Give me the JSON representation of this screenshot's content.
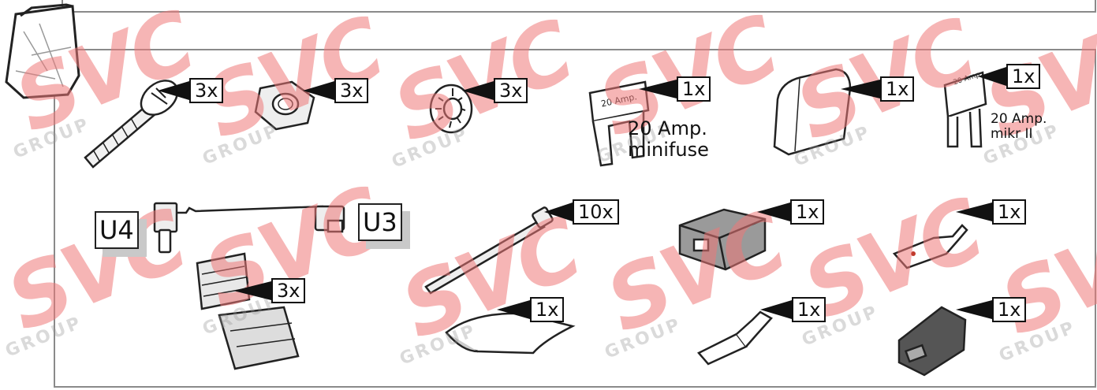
{
  "watermark": {
    "brand": "SVC",
    "sub": "GROUP"
  },
  "items": {
    "screw": {
      "qty": "3x"
    },
    "nut": {
      "qty": "3x"
    },
    "washer": {
      "qty": "3x"
    },
    "minifuse": {
      "qty": "1x",
      "body_text": "20 Amp.",
      "desc": "20 Amp.\nminifuse"
    },
    "fuse_cap": {
      "qty": "1x"
    },
    "micro_fuse": {
      "qty": "1x",
      "body_text": "20 Amp.",
      "desc": "20 Amp.\nmikr II"
    },
    "cable_tie": {
      "qty": "10x"
    },
    "connector_housing": {
      "qty": "1x"
    },
    "flat_terminal": {
      "qty": "1x"
    },
    "fuse_holder": {
      "qty": "3x"
    },
    "adhesive_pad": {
      "qty": "1x"
    },
    "receptacle_terminal": {
      "qty": "1x"
    },
    "connector_cover": {
      "qty": "1x"
    }
  },
  "connector_labels": {
    "left": "U4",
    "right": "U3"
  }
}
